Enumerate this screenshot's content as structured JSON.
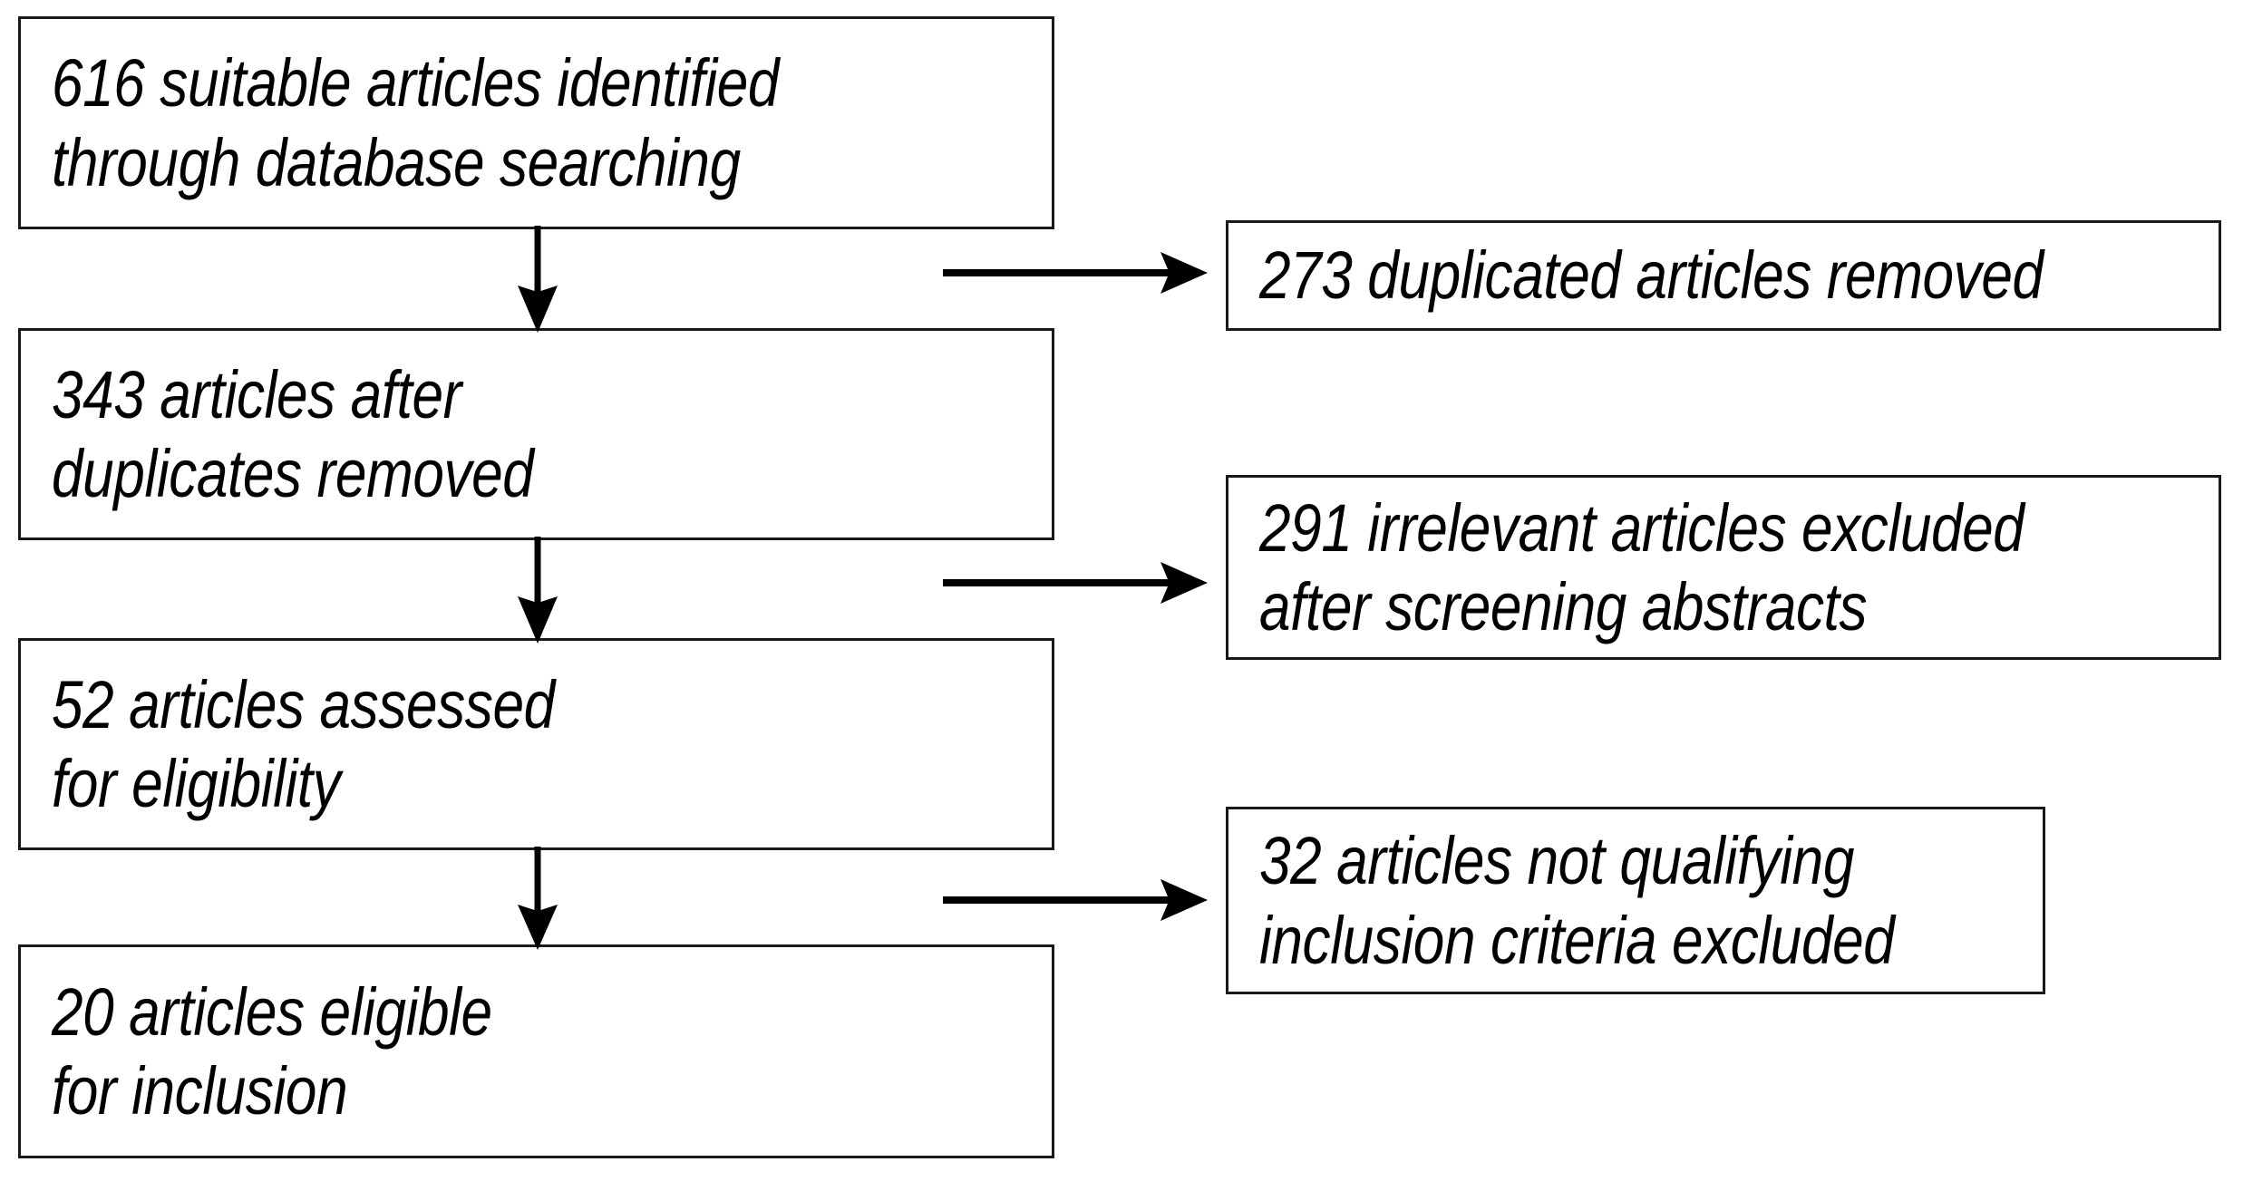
{
  "diagram": {
    "type": "prisma-flow-diagram",
    "colors": {
      "box_border": "#1a1a1a",
      "box_fill": "#ffffff",
      "arrow": "#000000",
      "text": "#000000",
      "background": "#ffffff"
    },
    "main_flow": [
      {
        "id": "identified",
        "lines": [
          "616 suitable articles identified",
          "through database searching"
        ],
        "count": 616
      },
      {
        "id": "after-duplicates",
        "lines": [
          "343 articles after",
          "duplicates removed"
        ],
        "count": 343
      },
      {
        "id": "assessed",
        "lines": [
          "52 articles assessed",
          "for eligibility"
        ],
        "count": 52
      },
      {
        "id": "eligible",
        "lines": [
          "20 articles eligible",
          "for inclusion"
        ],
        "count": 20
      }
    ],
    "exclusions": [
      {
        "id": "duplicates-removed",
        "lines": [
          "273 duplicated articles removed",
          ""
        ],
        "count": 273
      },
      {
        "id": "irrelevant-excluded",
        "lines": [
          "291 irrelevant articles excluded",
          "after screening abstracts"
        ],
        "count": 291
      },
      {
        "id": "not-qualifying",
        "lines": [
          "32 articles not qualifying",
          "inclusion criteria excluded"
        ],
        "count": 32
      }
    ],
    "connectors": {
      "down_arrows": 3,
      "right_arrows": 3
    }
  }
}
